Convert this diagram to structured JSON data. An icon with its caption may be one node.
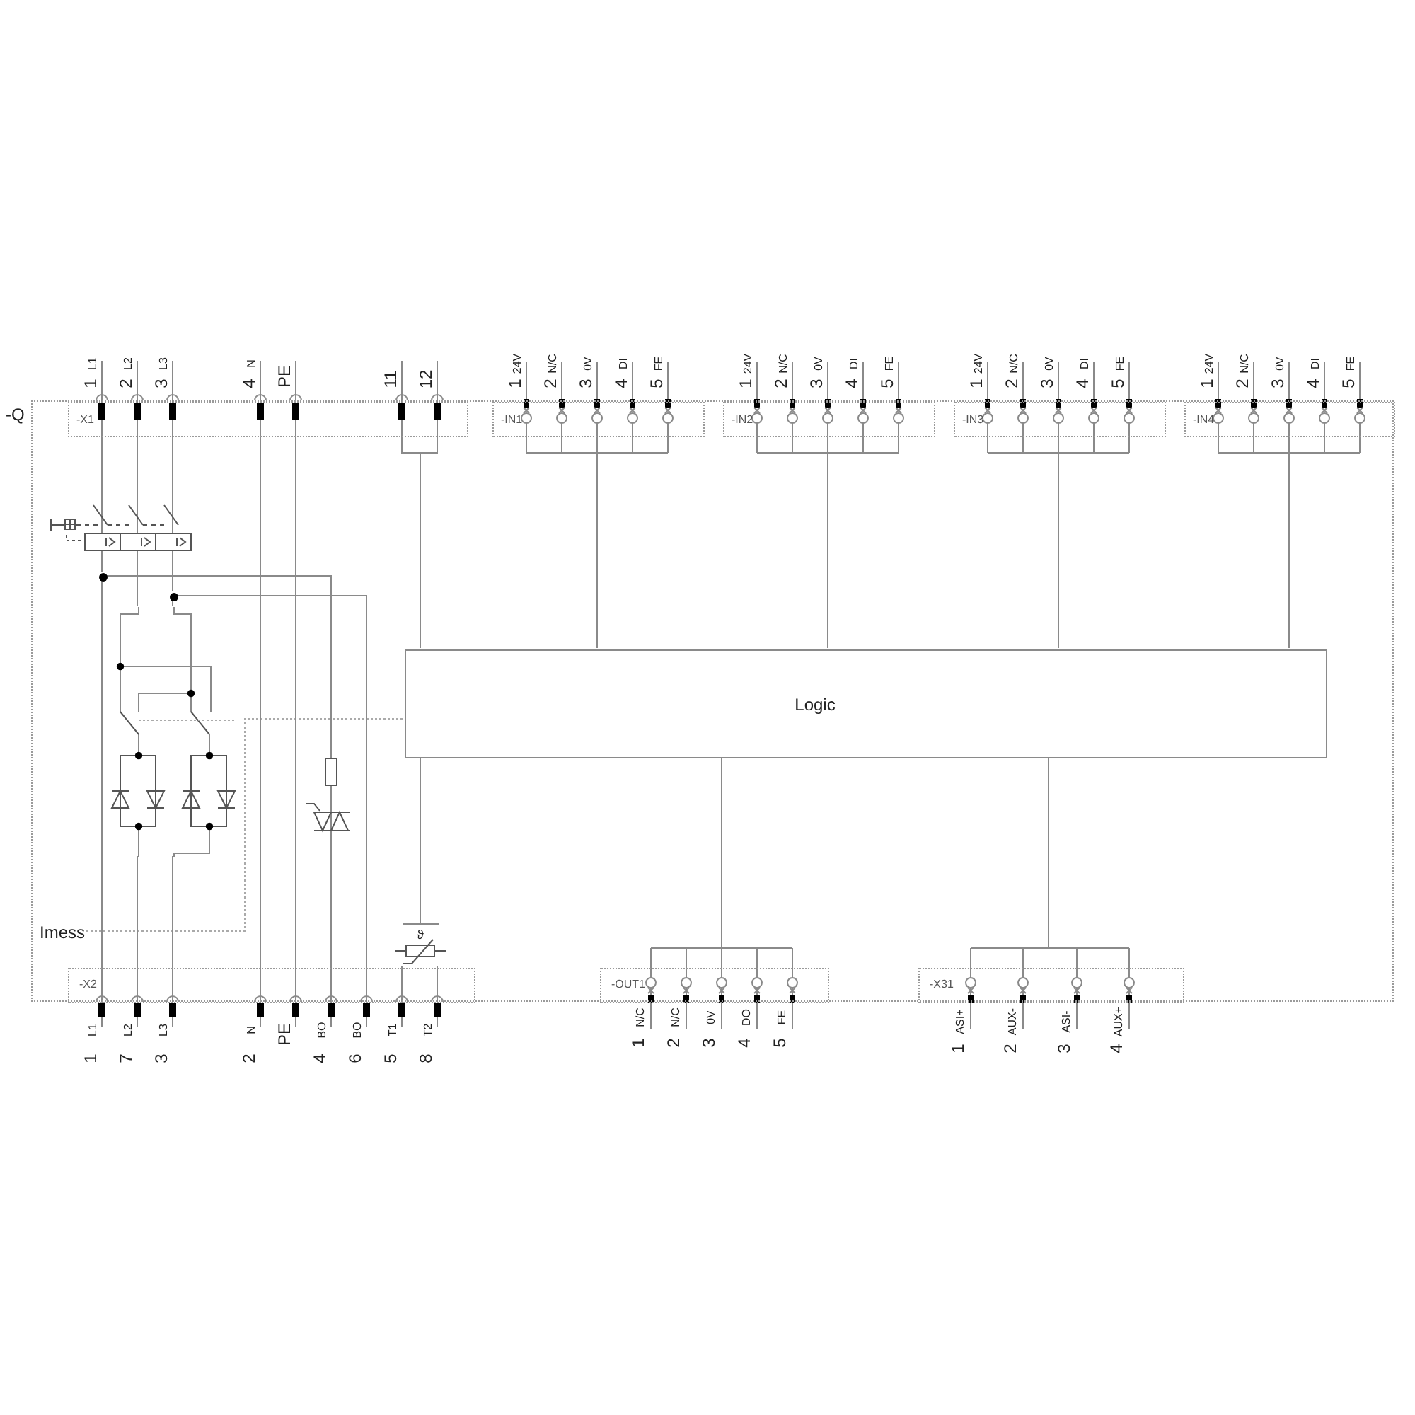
{
  "diagram": {
    "nodes": [
      {
        "text": [
          "-Q"
        ]
      },
      {
        "text": [
          "-X1"
        ],
        "in": 0,
        "beside": [
          "1",
          "L1",
          "2",
          "L2",
          "3",
          "L3",
          "4",
          "N",
          "PE",
          "11",
          "12"
        ]
      },
      {
        "text": [
          "-IN1"
        ],
        "in": 0,
        "beside": [
          "1",
          "24V",
          "2",
          "N/C",
          "3",
          "0V",
          "4",
          "DI",
          "5",
          "FE"
        ]
      },
      {
        "text": [
          "-IN2"
        ],
        "in": 0,
        "beside": [
          "1",
          "24V",
          "2",
          "N/C",
          "3",
          "0V",
          "4",
          "DI",
          "5",
          "FE"
        ]
      },
      {
        "text": [
          "-IN3"
        ],
        "in": 0,
        "beside": [
          "1",
          "24V",
          "2",
          "N/C",
          "3",
          "0V",
          "4",
          "DI",
          "5",
          "FE"
        ]
      },
      {
        "text": [
          "-IN4"
        ],
        "in": 0,
        "beside": [
          "1",
          "24V",
          "2",
          "N/C",
          "3",
          "0V",
          "4",
          "DI",
          "5",
          "FE"
        ]
      },
      {
        "text": [
          "Logic"
        ],
        "in": 0
      },
      {
        "text": [
          "Imess"
        ],
        "in": 0
      },
      {
        "text": [
          "-X2"
        ],
        "in": 0,
        "beside": [
          "L1",
          "L2",
          "L3",
          "N",
          "PE",
          "BO",
          "BO",
          "T1",
          "T2",
          "1",
          "7",
          "3",
          "2",
          "4",
          "6",
          "5",
          "8"
        ]
      },
      {
        "text": [
          "-OUT1"
        ],
        "in": 0,
        "beside": [
          "N/C",
          "N/C",
          "0V",
          "DO",
          "FE",
          "1",
          "2",
          "3",
          "4",
          "5"
        ]
      },
      {
        "text": [
          "-X31"
        ],
        "in": 0,
        "beside": [
          "ASI+",
          "AUX-",
          "ASI-",
          "AUX+",
          "1",
          "2",
          "3",
          "4"
        ]
      },
      {
        "text": [],
        "shape": "picture",
        "in": 0
      },
      {
        "text": [],
        "shape": "circle",
        "in": 0
      },
      {
        "text": [],
        "shape": "circle",
        "in": 0
      }
    ],
    "edges": [
      {
        "from": 1,
        "to": 6,
        "arrow": "none"
      },
      {
        "from": 2,
        "to": 6,
        "arrow": "none"
      },
      {
        "from": 3,
        "to": 6,
        "arrow": "none"
      },
      {
        "from": 4,
        "to": 6,
        "arrow": "none"
      },
      {
        "from": 5,
        "to": 6,
        "arrow": "none"
      },
      {
        "from": 7,
        "to": 6,
        "arrow": "none",
        "style": "dashed"
      },
      {
        "from": 6,
        "to": 9,
        "arrow": "none"
      },
      {
        "from": 6,
        "to": 10,
        "arrow": "none"
      },
      {
        "from": 1,
        "to": 8,
        "arrow": "none"
      },
      {
        "from": 1,
        "to": 8,
        "arrow": "none"
      },
      {
        "from": 1,
        "to": 12,
        "arrow": "none"
      },
      {
        "from": 12,
        "to": 8,
        "arrow": "none"
      },
      {
        "from": 12,
        "to": 8,
        "arrow": "none"
      },
      {
        "from": 1,
        "to": 13,
        "arrow": "none"
      },
      {
        "from": 13,
        "to": 8,
        "arrow": "none"
      },
      {
        "from": 13,
        "to": 11,
        "arrow": "none"
      },
      {
        "from": 1,
        "to": 11,
        "arrow": "none"
      },
      {
        "from": 11,
        "to": 8,
        "arrow": "none"
      },
      {
        "from": 11,
        "to": 8,
        "arrow": "none"
      }
    ],
    "labels": [
      "ϑ"
    ]
  }
}
